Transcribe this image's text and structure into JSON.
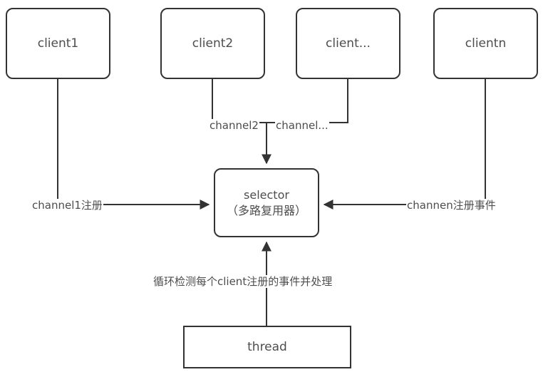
{
  "diagram": {
    "title": "NIO selector multiplexing diagram",
    "stroke_color": "#333333",
    "text_color": "#4d4d4d",
    "background": "#ffffff",
    "nodes": [
      {
        "id": "client1",
        "label": "client1",
        "shape": "rounded-rect"
      },
      {
        "id": "client2",
        "label": "client2",
        "shape": "rounded-rect"
      },
      {
        "id": "clientx",
        "label": "client...",
        "shape": "rounded-rect"
      },
      {
        "id": "clientn",
        "label": "clientn",
        "shape": "rounded-rect"
      },
      {
        "id": "selector",
        "label": "selector\n（多路复用器）",
        "shape": "rounded-rect"
      },
      {
        "id": "thread",
        "label": "thread",
        "shape": "rect"
      }
    ],
    "edges": [
      {
        "id": "e1",
        "from": "client1",
        "to": "selector",
        "label": "channel1注册",
        "direction": "right"
      },
      {
        "id": "e2",
        "from": "client2",
        "to": "selector",
        "label": "channel2",
        "direction": "down"
      },
      {
        "id": "e3",
        "from": "clientx",
        "to": "selector",
        "label": "channel...",
        "direction": "down"
      },
      {
        "id": "e4",
        "from": "clientn",
        "to": "selector",
        "label": "channen注册事件",
        "direction": "left"
      },
      {
        "id": "e5",
        "from": "thread",
        "to": "selector",
        "label": "循环检测每个client注册的事件并处理",
        "direction": "up"
      }
    ]
  }
}
